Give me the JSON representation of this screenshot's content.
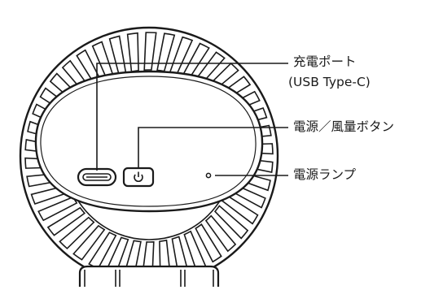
{
  "callouts": {
    "charging_port": {
      "label": "充電ポート",
      "sublabel": "(USB Type-C)"
    },
    "power_fan_button": {
      "label": "電源／風量ボタン"
    },
    "power_lamp": {
      "label": "電源ランプ"
    }
  },
  "icons": {
    "usb_port": "usb-c-port-icon",
    "power_button": "power-icon",
    "lamp": "indicator-lamp-icon"
  },
  "colors": {
    "line": "#1a1a1a",
    "background": "#ffffff",
    "panel": "#ffffff"
  }
}
